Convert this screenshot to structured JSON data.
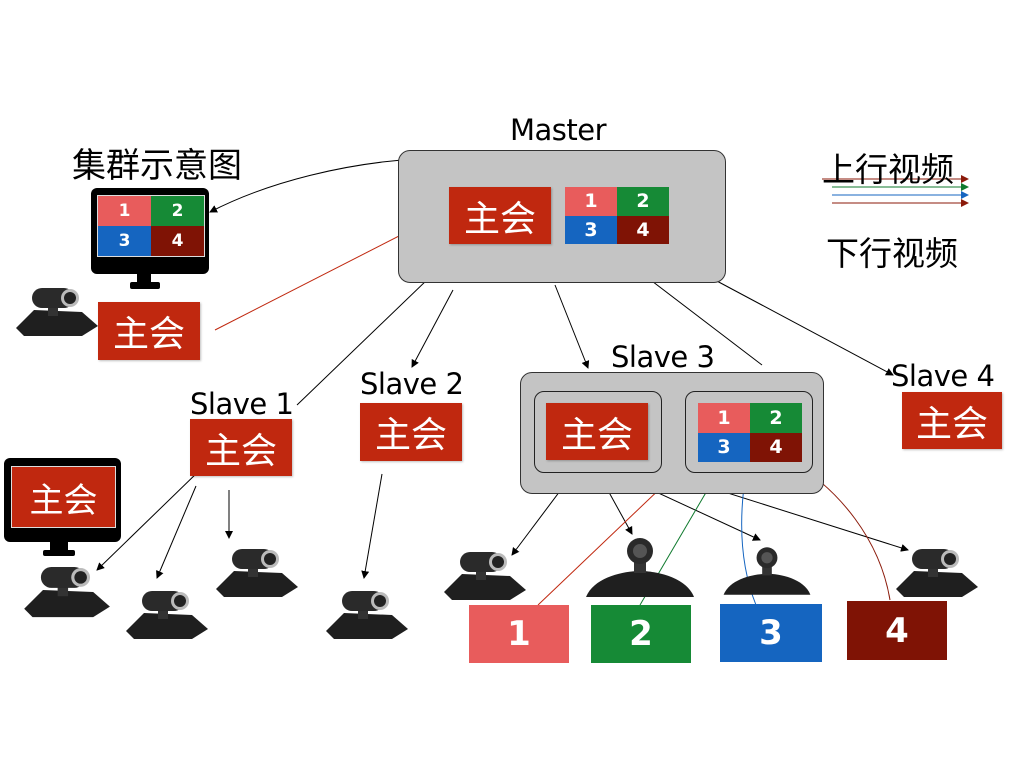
{
  "title": "集群示意图",
  "legend": {
    "uplink_label": "上行视频",
    "downlink_label": "下行视频",
    "colors": [
      "#0f7a2e",
      "#1565c0",
      "#8b1a0a"
    ]
  },
  "colors": {
    "main_meeting": "#c0280f",
    "stream_1": "#e85c5c",
    "stream_2": "#168a36",
    "stream_3": "#1565c0",
    "stream_4": "#7f1305",
    "server_fill": "#c4c4c4"
  },
  "meeting_label": "主会",
  "master": {
    "label": "Master",
    "main": "主会",
    "grid": [
      "1",
      "2",
      "3",
      "4"
    ]
  },
  "cluster_monitor": {
    "grid": [
      "1",
      "2",
      "3",
      "4"
    ],
    "main": "主会"
  },
  "slaves": [
    {
      "label": "Slave 1",
      "main": "主会"
    },
    {
      "label": "Slave 2",
      "main": "主会"
    },
    {
      "label": "Slave 3",
      "main": "主会",
      "grid": [
        "1",
        "2",
        "3",
        "4"
      ]
    },
    {
      "label": "Slave 4",
      "main": "主会"
    }
  ],
  "slave1_monitor": {
    "main": "主会"
  },
  "sources": [
    {
      "label": "1"
    },
    {
      "label": "2"
    },
    {
      "label": "3"
    },
    {
      "label": "4"
    }
  ]
}
